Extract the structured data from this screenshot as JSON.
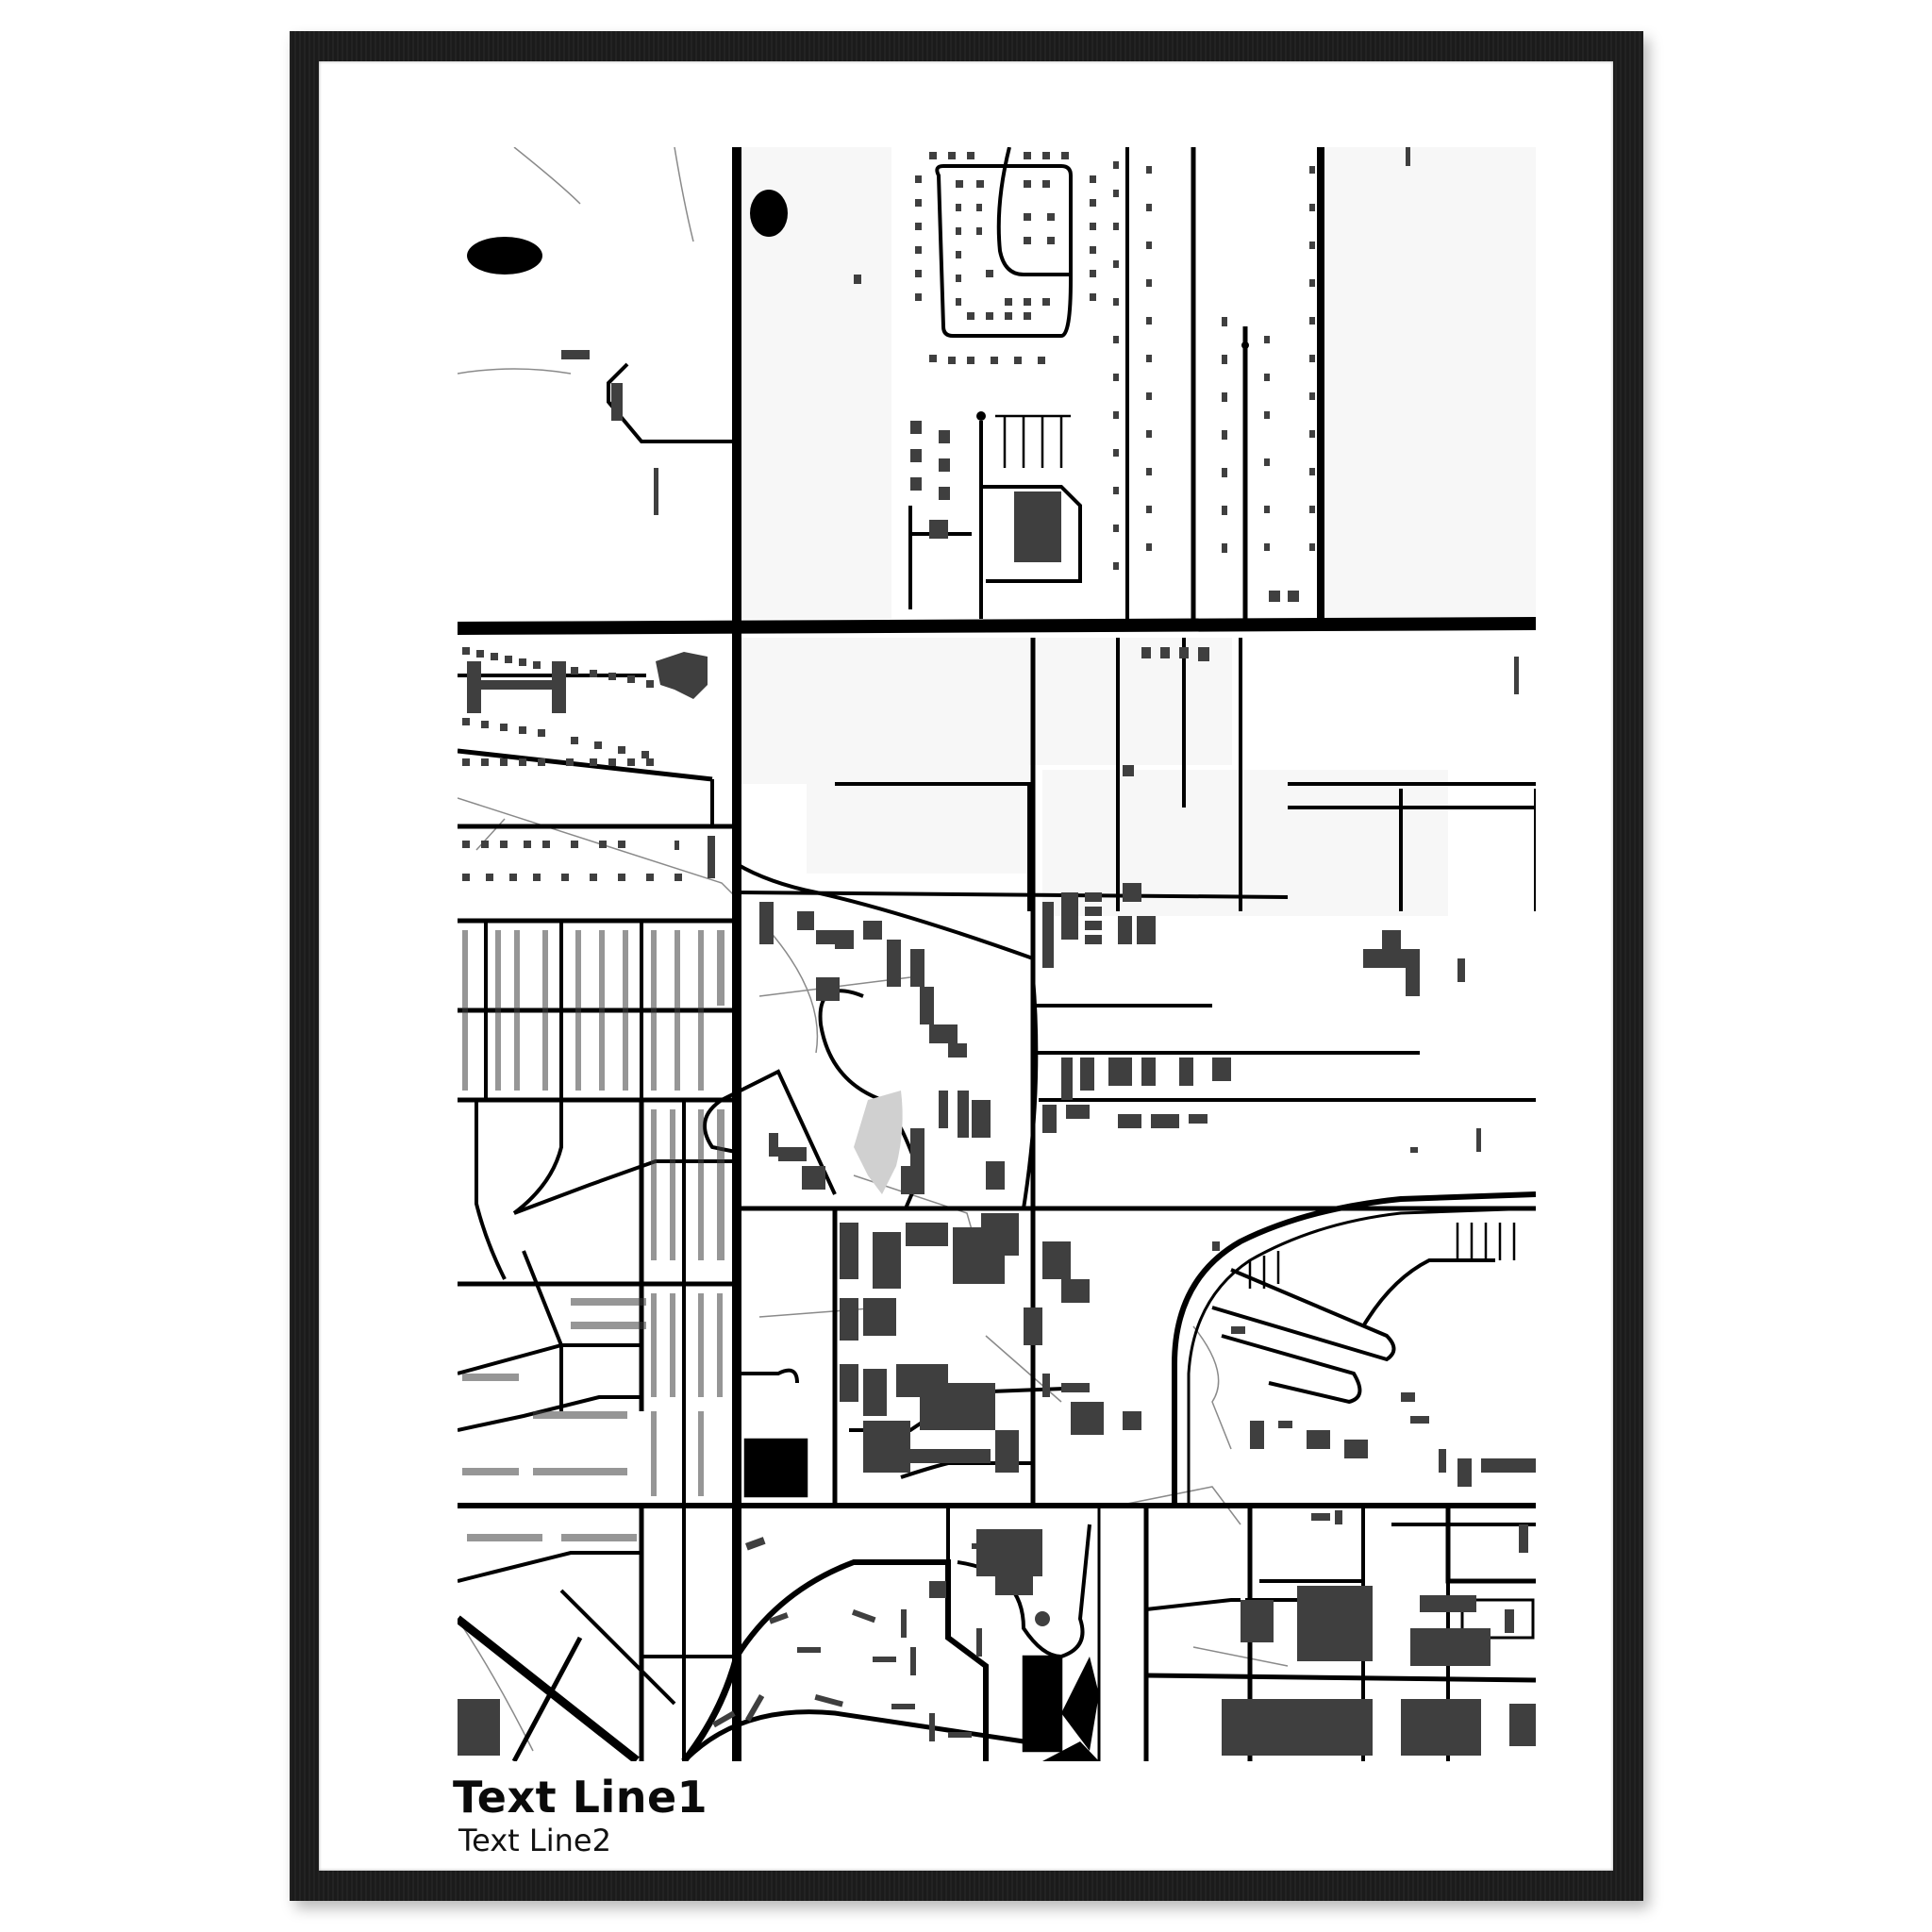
{
  "poster": {
    "title": "Text Line1",
    "subtitle": "Text Line2"
  },
  "frame": {
    "color": "#1c1c1c",
    "mat_color": "#ffffff"
  },
  "map": {
    "style": "black-and-white street map",
    "colors": {
      "road": "#000000",
      "building": "#3f3f3f",
      "water": "#000000",
      "land_fill": "#f7f7f7",
      "path": "#7a7a7a",
      "pond_fill": "#d0d0d0"
    }
  }
}
